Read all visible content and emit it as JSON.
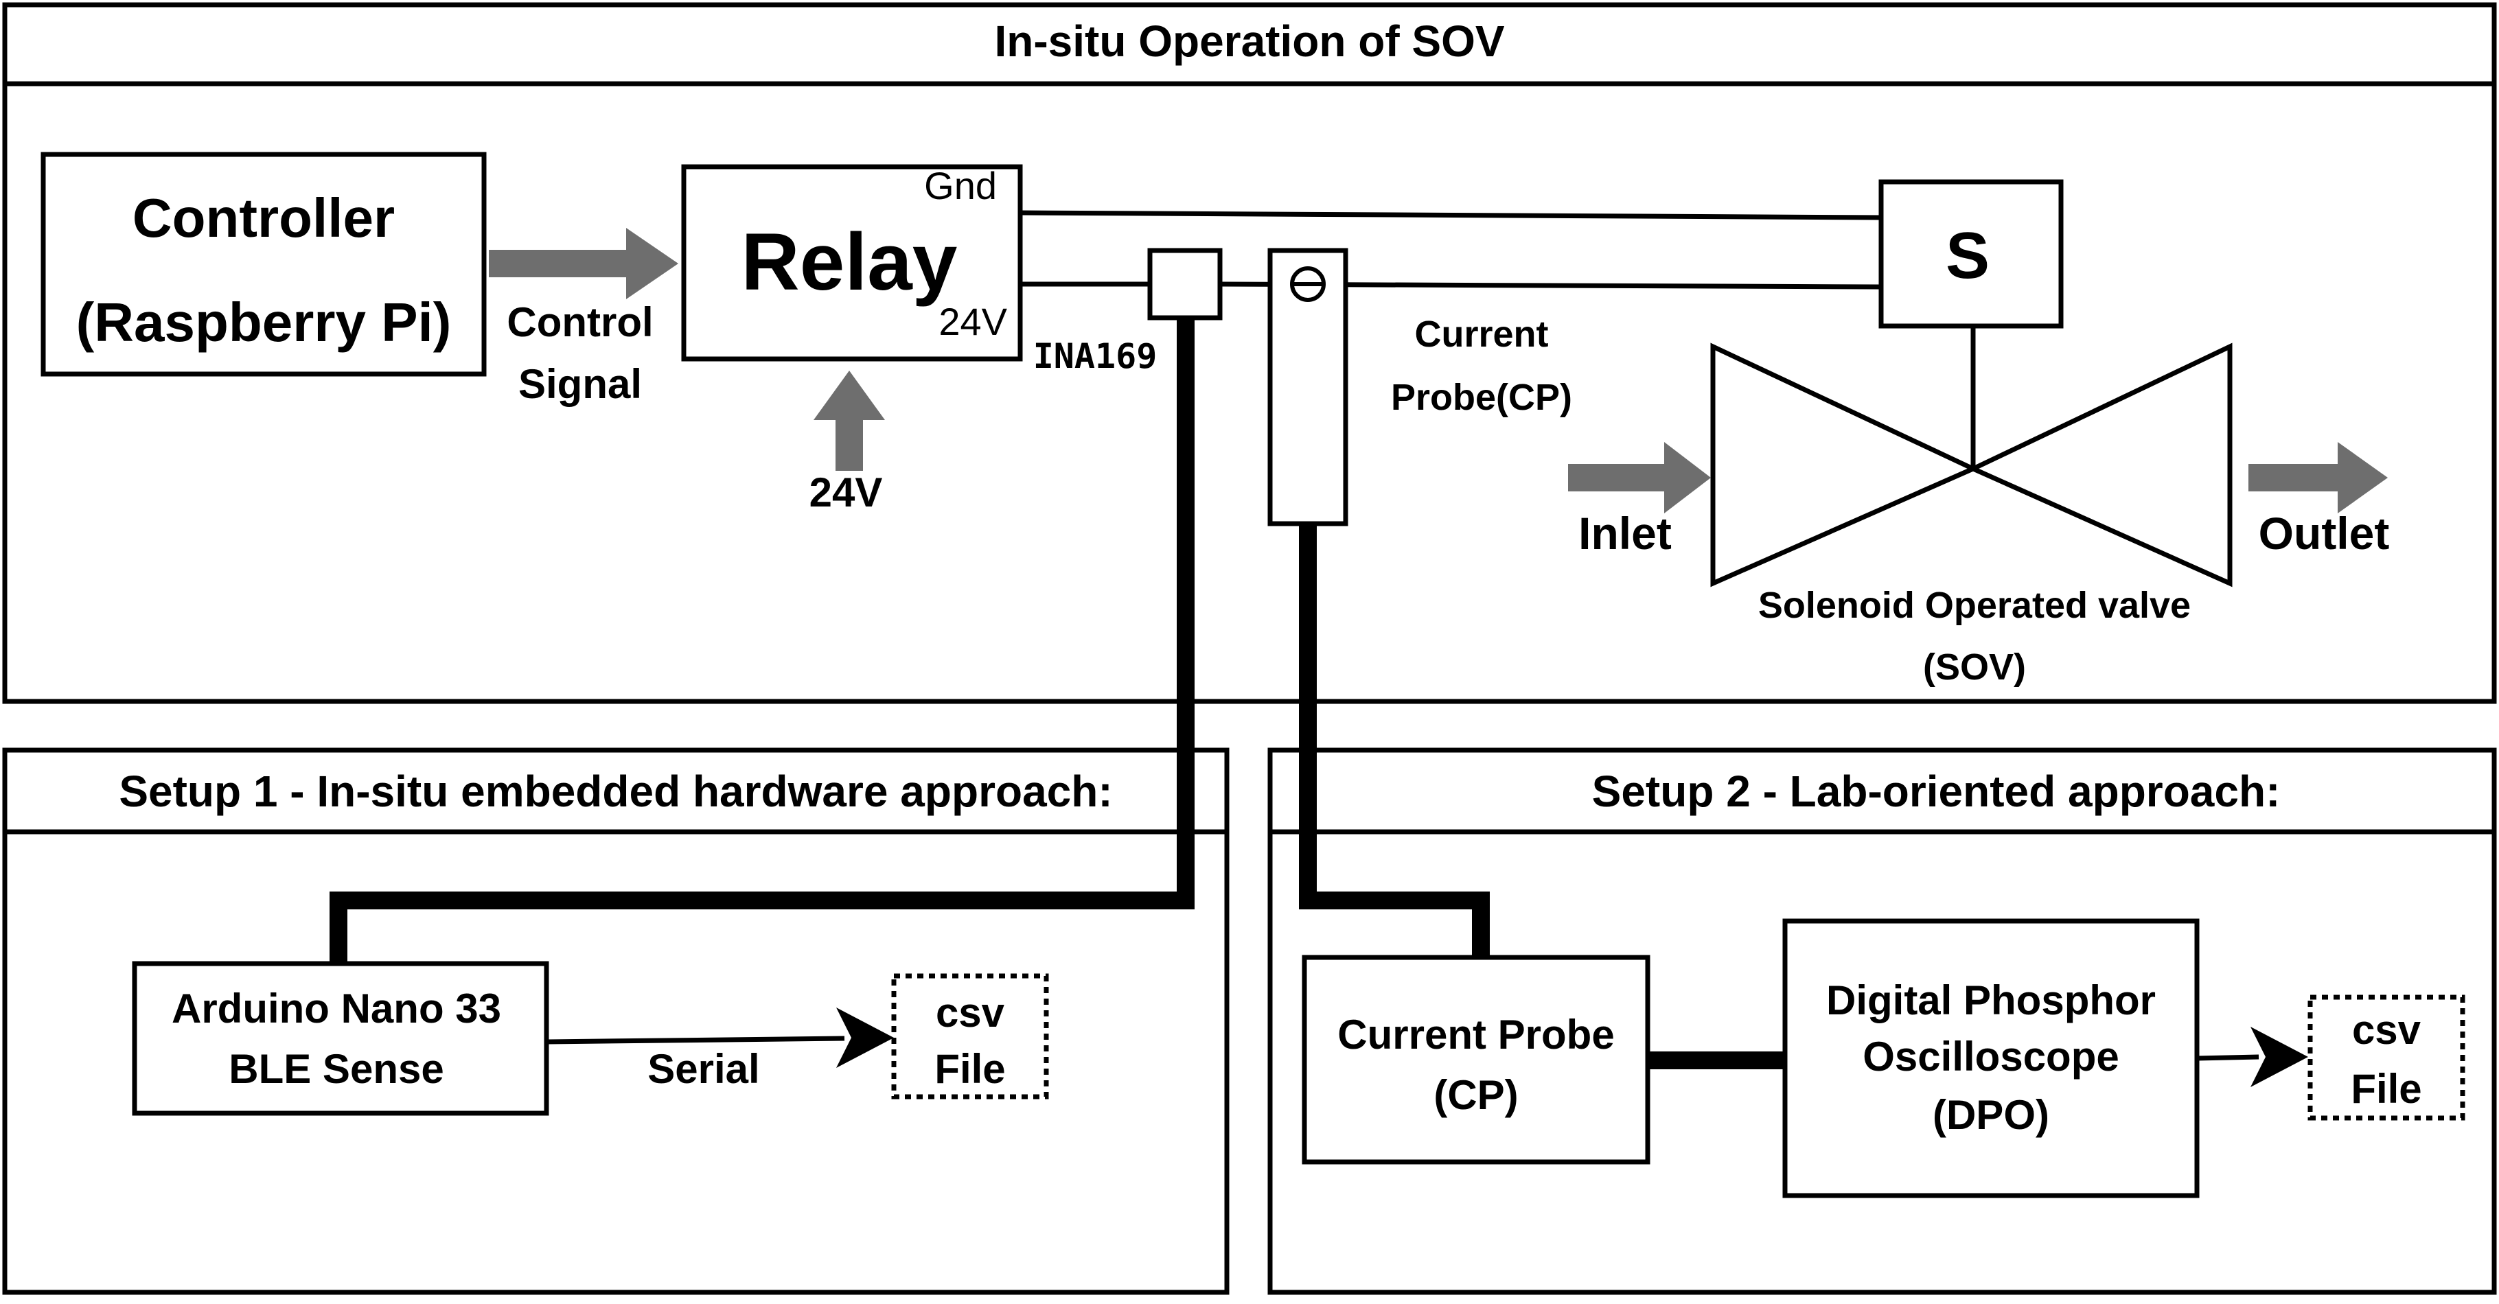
{
  "sections": {
    "top": {
      "title": "In-situ Operation of SOV"
    },
    "setup1": {
      "title": "Setup 1 - In-situ embedded hardware approach:"
    },
    "setup2": {
      "title": "Setup 2 - Lab-oriented approach:"
    }
  },
  "controller": {
    "line1": "Controller",
    "line2": "(Raspberry Pi)"
  },
  "control_signal": {
    "line1": "Control",
    "line2": "Signal"
  },
  "relay": {
    "label": "Relay",
    "gnd": "Gnd",
    "v24": "24V"
  },
  "supply": {
    "label": "24V"
  },
  "ina169": {
    "label": "INA169"
  },
  "current_probe_top": {
    "line1": "Current",
    "line2": "Probe(CP)"
  },
  "solenoid": {
    "label": "S"
  },
  "valve": {
    "line1": "Solenoid Operated valve",
    "line2": "(SOV)"
  },
  "inlet": {
    "label": "Inlet"
  },
  "outlet": {
    "label": "Outlet"
  },
  "arduino": {
    "line1": "Arduino Nano 33",
    "line2": "BLE Sense"
  },
  "serial": {
    "label": "Serial"
  },
  "csv1": {
    "line1": "csv",
    "line2": "File"
  },
  "current_probe_box": {
    "line1": "Current Probe",
    "line2": "(CP)"
  },
  "dpo": {
    "line1": "Digital Phosphor",
    "line2": "Oscilloscope",
    "line3": "(DPO)"
  },
  "csv2": {
    "line1": "csv",
    "line2": "File"
  },
  "colors": {
    "line": "#000000",
    "arrow": "#6e6e6e",
    "background": "#ffffff"
  }
}
